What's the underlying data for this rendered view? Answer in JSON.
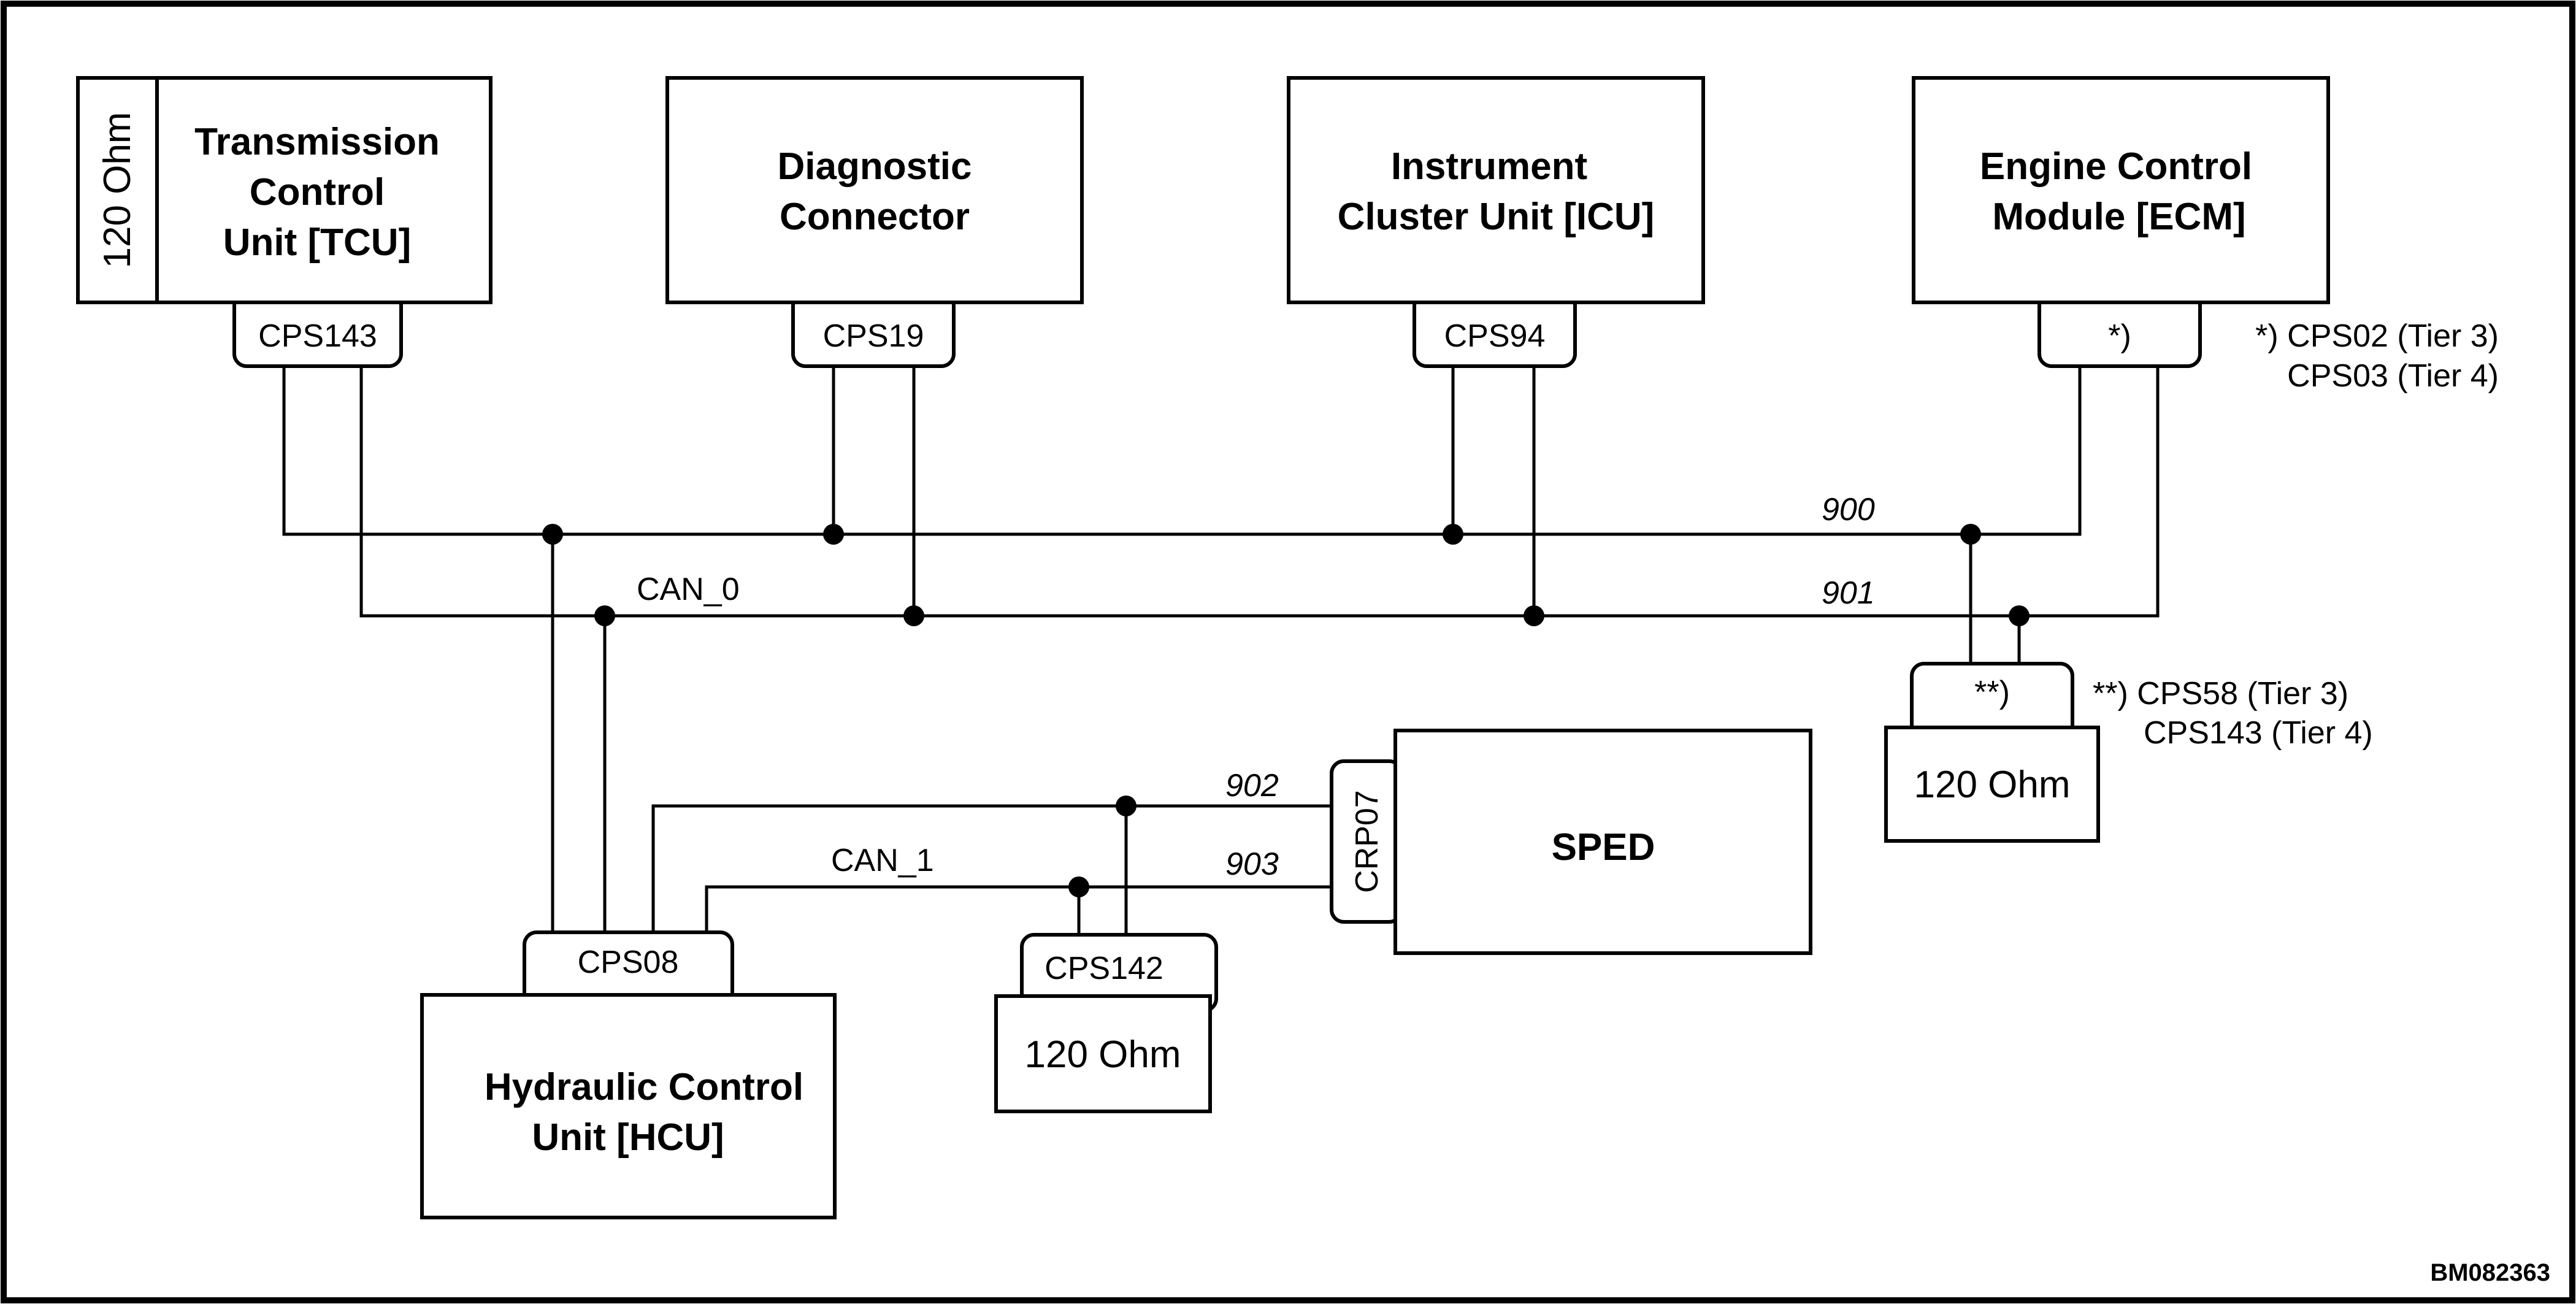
{
  "modules": {
    "tcu": {
      "line1": "Transmission",
      "line2": "Control",
      "line3": "Unit [TCU]",
      "resistor": "120 Ohm",
      "connector": "CPS143"
    },
    "diag": {
      "line1": "Diagnostic",
      "line2": "Connector",
      "connector": "CPS19"
    },
    "icu": {
      "line1": "Instrument",
      "line2": "Cluster Unit [ICU]",
      "connector": "CPS94"
    },
    "ecm": {
      "line1": "Engine Control",
      "line2": "Module [ECM]",
      "connector": "*)"
    },
    "hcu": {
      "line1": "Hydraulic Control",
      "line2": "Unit [HCU]",
      "connector": "CPS08"
    },
    "sped": {
      "label": "SPED",
      "connector": "CRP07"
    }
  },
  "terminators": {
    "ecm_side": {
      "connector": "**)",
      "label": "120 Ohm"
    },
    "can1": {
      "connector": "CPS142",
      "label": "120 Ohm"
    }
  },
  "notes": {
    "ecm_line1": "*) CPS02 (Tier 3)",
    "ecm_line2": "CPS03 (Tier 4)",
    "term_line1": "**) CPS58 (Tier 3)",
    "term_line2": "CPS143 (Tier 4)"
  },
  "buses": {
    "can0": "CAN_0",
    "can1": "CAN_1",
    "wire_900": "900",
    "wire_901": "901",
    "wire_902": "902",
    "wire_903": "903"
  },
  "doc_id": "BM082363"
}
